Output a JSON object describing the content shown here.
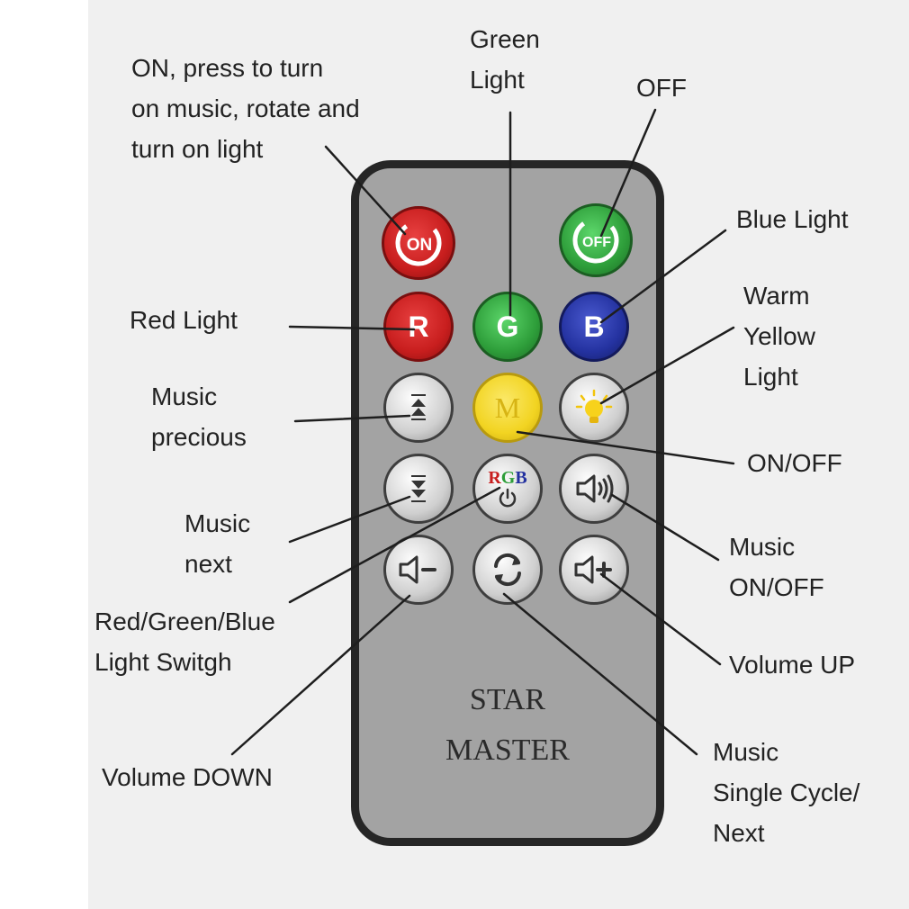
{
  "labels": {
    "on": "ON, press to turn\non music, rotate and\nturn on light",
    "green": "Green\nLight",
    "off": "OFF",
    "blue": "Blue Light",
    "warm": "Warm\nYellow\nLight",
    "red": "Red Light",
    "music_prev": "Music\nprecious",
    "on_off": "ON/OFF",
    "music_next": "Music\nnext",
    "music_on_off": "Music\nON/OFF",
    "rgb_switch": "Red/Green/Blue\nLight Switgh",
    "vol_up": "Volume UP",
    "vol_down": "Volume DOWN",
    "music_cycle": "Music\nSingle Cycle/\nNext"
  },
  "buttons": {
    "on": "ON",
    "off": "OFF",
    "r": "R",
    "g": "G",
    "b": "B",
    "m": "M",
    "rgb_r": "R",
    "rgb_g": "G",
    "rgb_b": "B"
  },
  "brand": {
    "line1": "STAR",
    "line2": "MASTER"
  },
  "colors": {
    "red": "#c81e1e",
    "green": "#2e9e3a",
    "blue": "#2432a0",
    "yellow": "#f2d422",
    "silver": "#d2d2d2",
    "remote_body": "#a3a3a3",
    "remote_border": "#262626"
  },
  "icons": {
    "vol_down": "speaker-minus-icon",
    "vol_up": "speaker-plus-icon",
    "music_toggle": "speaker-waves-icon",
    "prev": "skip-up-icon",
    "next": "skip-down-icon",
    "cycle": "cycle-arrows-icon",
    "warm": "light-bulb-icon",
    "power": "power-icon"
  }
}
